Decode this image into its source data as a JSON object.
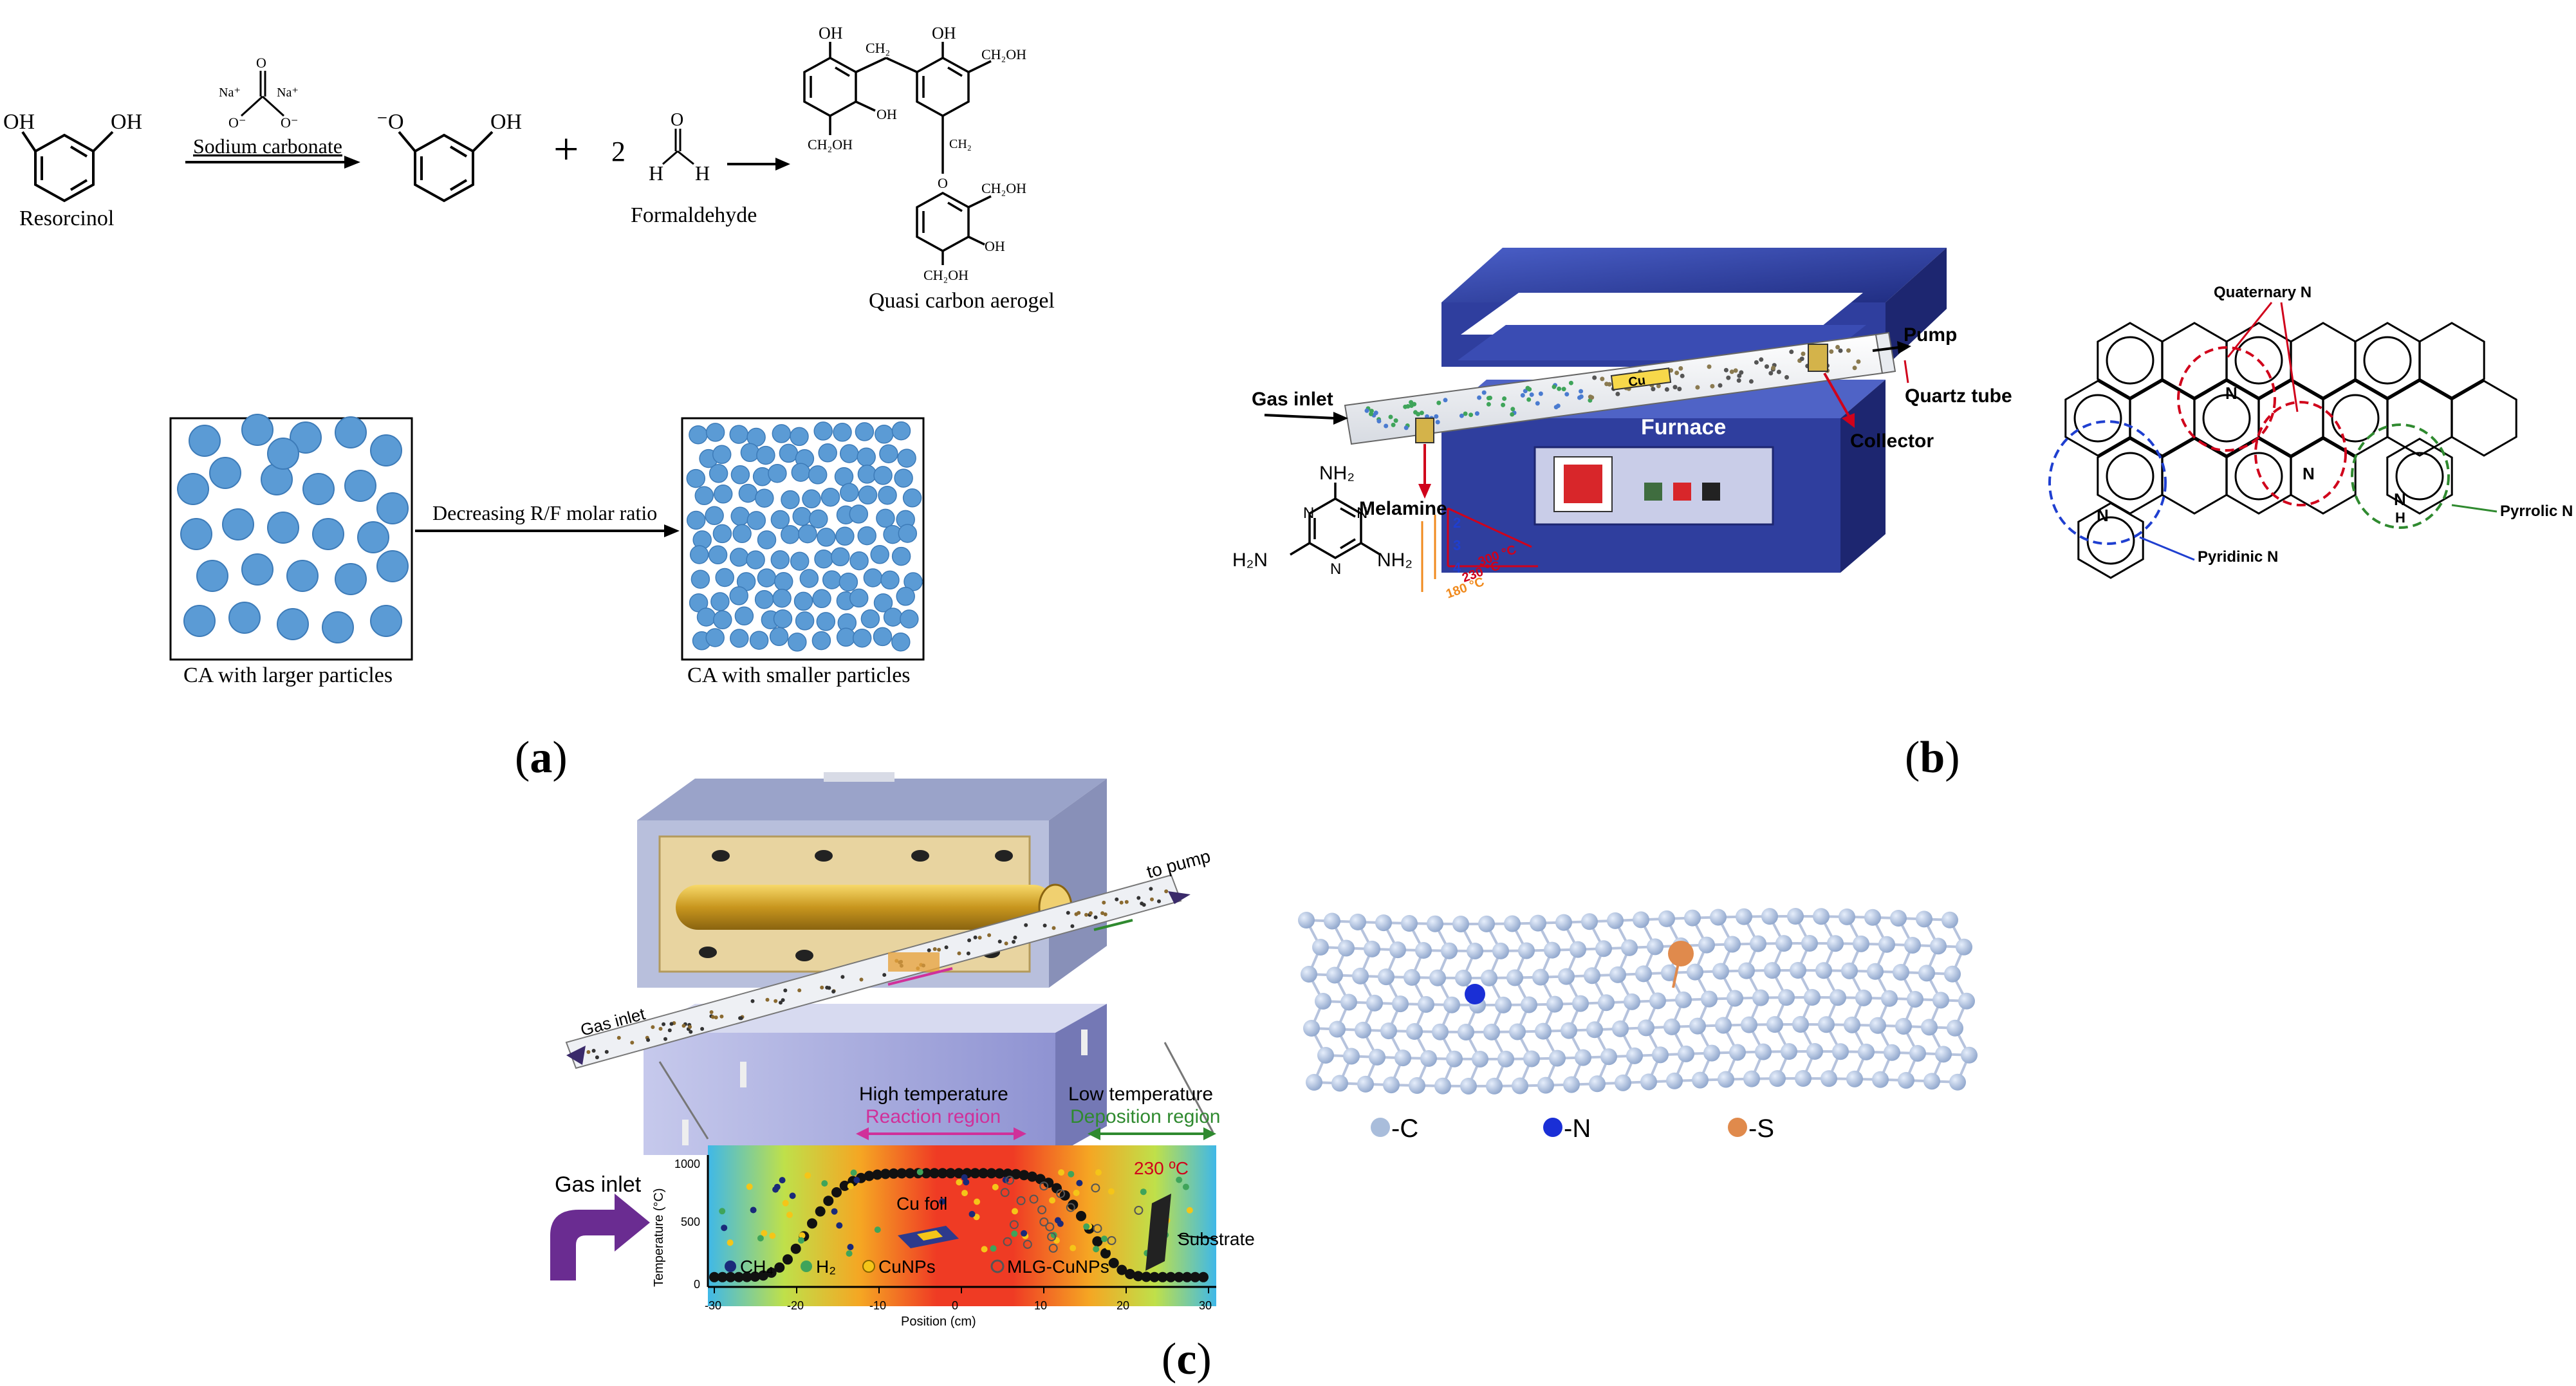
{
  "panel_a": {
    "label": "a",
    "resorcinol": "Resorcinol",
    "catalyst": "Sodium carbonate",
    "na1": "Na⁺",
    "na2": "Na⁺",
    "plus": "+",
    "coef": "2",
    "formaldehyde": "Formaldehyde",
    "product": "Quasi carbon aerogel",
    "oh": "OH",
    "o_minus": "⁻O",
    "h": "H",
    "ch2": "CH₂",
    "ch2oh": "CH₂OH",
    "ratio_arrow": "Decreasing R/F molar ratio",
    "larger": "CA with larger particles",
    "smaller": "CA with smaller particles"
  },
  "panel_b": {
    "label": "b",
    "gas_inlet": "Gas inlet",
    "pump": "Pump",
    "quartz": "Quartz tube",
    "collector": "Collector",
    "furnace": "Furnace",
    "cu": "Cu",
    "melamine": "Melamine",
    "nh2": "NH₂",
    "h2n": "H₂N",
    "n": "N",
    "zone_nums": [
      "2",
      "3",
      "4"
    ],
    "zone_temps": [
      "300 °C",
      "230 °C",
      "180 °C"
    ],
    "quaternary": "Quaternary N",
    "pyrrolic": "Pyrrolic N",
    "pyridinic": "Pyridinic N"
  },
  "panel_c": {
    "label": "c",
    "to_pump": "to pump",
    "gas_inlet": "Gas inlet",
    "high_temp": "High temperature",
    "reaction": "Reaction region",
    "low_temp": "Low temperature",
    "deposition": "Deposition region",
    "cu_foil": "Cu foil",
    "temp_230": "230 ºC",
    "substrate": "Substrate",
    "ylabel": "Temperature (°C)",
    "xlabel": "Position (cm)",
    "yticks": [
      "1000",
      "500",
      "0"
    ],
    "xticks": [
      "-30",
      "-20",
      "-10",
      "0",
      "10",
      "20",
      "30"
    ],
    "legend": [
      "CH₄",
      "H₂",
      "CuNPs",
      "MLG-CuNPs"
    ],
    "atom_c": "-C",
    "atom_n": "-N",
    "atom_s": "-S"
  },
  "colors": {
    "sphere": "#5b9bd5",
    "furnace_blue": "#2f3e9e",
    "red_label": "#d0021b",
    "blue_label": "#1f3fd0",
    "green": "#2f8a2f",
    "purple": "#6a2c91",
    "carbon": "#a9bddb",
    "nitrogen": "#1a2fd6",
    "sulfur": "#e08a4c"
  }
}
